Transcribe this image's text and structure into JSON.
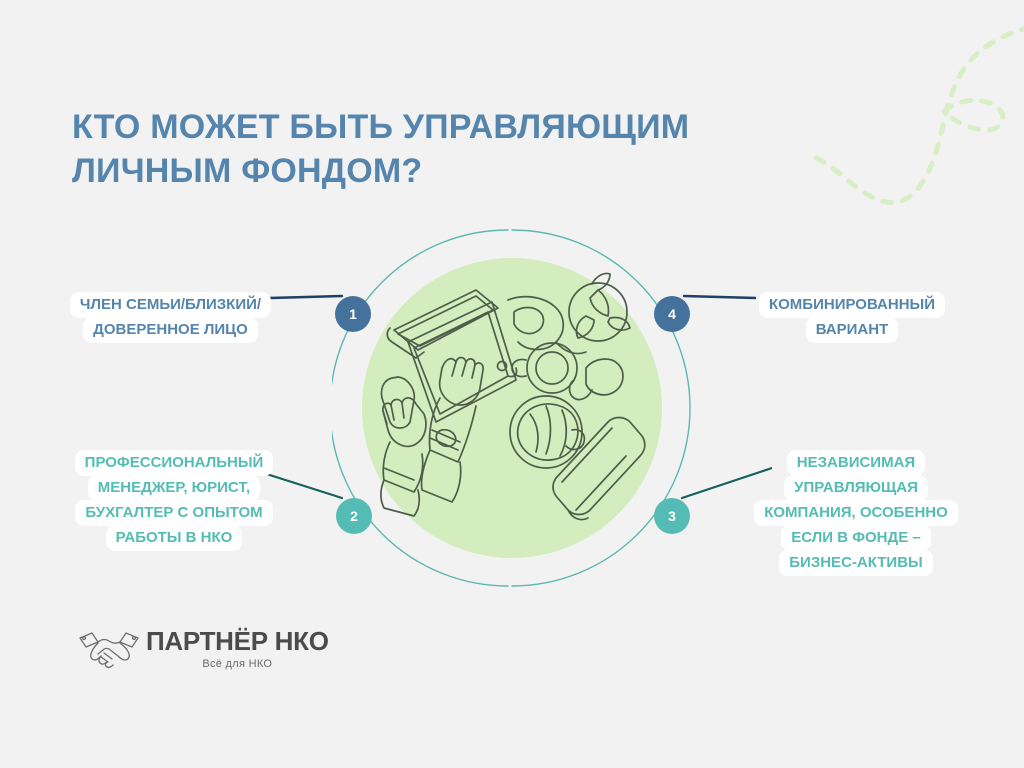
{
  "slide": {
    "background_color": "#f2f2f2",
    "title_lines": [
      "КТО МОЖЕТ БЫТЬ УПРАВЛЯЮЩИМ",
      "ЛИЧНЫМ ФОНДОМ?"
    ],
    "title_color": "#5585ac"
  },
  "center": {
    "ring_color": "#5cb8b0",
    "disc_color": "#d4edbf",
    "illustration_name": "workspace-line-art",
    "illustration_description": "Вид сверху на рабочий стол: руки на ноутбуке, чашка кофе, круассан, блокнот"
  },
  "callouts": [
    {
      "number": "1",
      "color": "#5585ac",
      "badge_color": "#44729d",
      "side": "left",
      "lines": [
        "ЧЛЕН СЕМЬИ/БЛИЗКИЙ/",
        "ДОВЕРЕННОЕ ЛИЦО"
      ]
    },
    {
      "number": "2",
      "color": "#54bcb4",
      "badge_color": "#54bcb4",
      "side": "left",
      "lines": [
        "ПРОФЕССИОНАЛЬНЫЙ",
        "МЕНЕДЖЕР, ЮРИСТ,",
        "БУХГАЛТЕР С ОПЫТОМ",
        "РАБОТЫ В НКО"
      ]
    },
    {
      "number": "3",
      "color": "#54bcb4",
      "badge_color": "#54bcb4",
      "side": "right",
      "lines": [
        "НЕЗАВИСИМАЯ",
        "УПРАВЛЯЮЩАЯ",
        "КОМПАНИЯ, ОСОБЕННО",
        "ЕСЛИ В ФОНДЕ –",
        "БИЗНЕС-АКТИВЫ"
      ]
    },
    {
      "number": "4",
      "color": "#5585ac",
      "badge_color": "#44729d",
      "side": "right",
      "lines": [
        "КОМБИНИРОВАННЫЙ",
        "ВАРИАНТ"
      ]
    }
  ],
  "logo": {
    "icon_name": "handshake-icon",
    "name": "ПАРТНЁР НКО",
    "tagline": "Всё для НКО"
  },
  "decoration": {
    "squiggle_name": "dashed-curve-decoration",
    "squiggle_color": "#d8efc6"
  }
}
